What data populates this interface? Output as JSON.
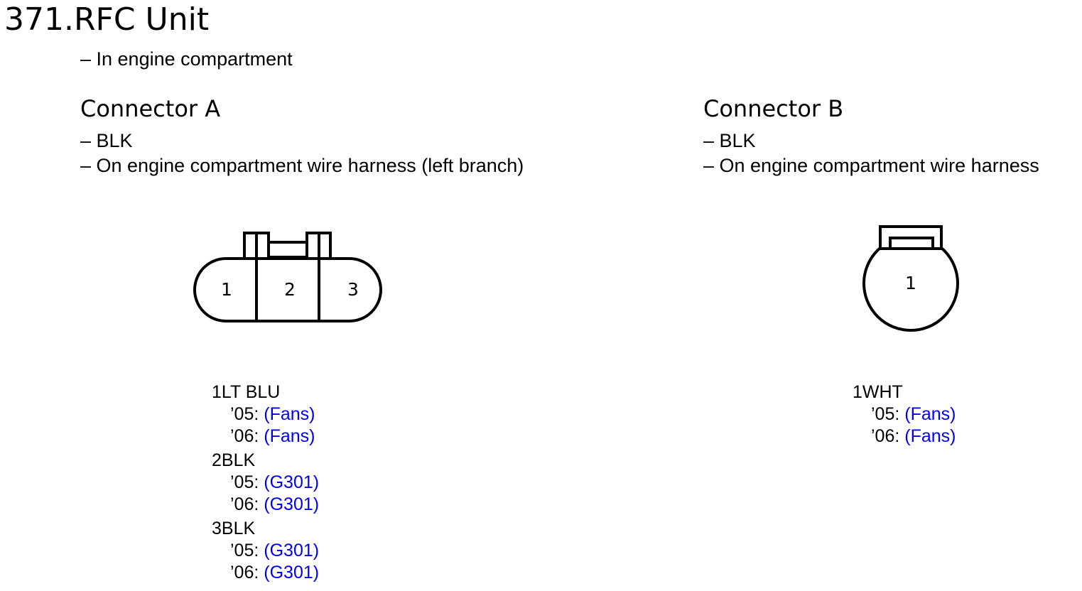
{
  "title": {
    "number": "371.",
    "name": "RFC Unit"
  },
  "location": "– In engine compartment",
  "connector_a": {
    "heading": "Connector A",
    "color_line": "– BLK",
    "location_line": "– On engine compartment wire harness (left branch)",
    "pin_numbers": [
      "1",
      "2",
      "3"
    ],
    "pins": [
      {
        "pin": "1",
        "wire": "LT BLU",
        "entries": [
          {
            "year": "’05:",
            "link": "(Fans)"
          },
          {
            "year": "’06:",
            "link": "(Fans)"
          }
        ]
      },
      {
        "pin": "2",
        "wire": "BLK",
        "entries": [
          {
            "year": "’05:",
            "link": "(G301)"
          },
          {
            "year": "’06:",
            "link": "(G301)"
          }
        ]
      },
      {
        "pin": "3",
        "wire": "BLK",
        "entries": [
          {
            "year": "’05:",
            "link": "(G301)"
          },
          {
            "year": "’06:",
            "link": "(G301)"
          }
        ]
      }
    ]
  },
  "connector_b": {
    "heading": "Connector B",
    "color_line": "– BLK",
    "location_line": "– On engine compartment wire harness",
    "pin_numbers": [
      "1"
    ],
    "pins": [
      {
        "pin": "1",
        "wire": "WHT",
        "entries": [
          {
            "year": "’05:",
            "link": "(Fans)"
          },
          {
            "year": "’06:",
            "link": "(Fans)"
          }
        ]
      }
    ]
  },
  "colors": {
    "link": "#0000ee",
    "text": "#000000",
    "background": "#ffffff"
  }
}
